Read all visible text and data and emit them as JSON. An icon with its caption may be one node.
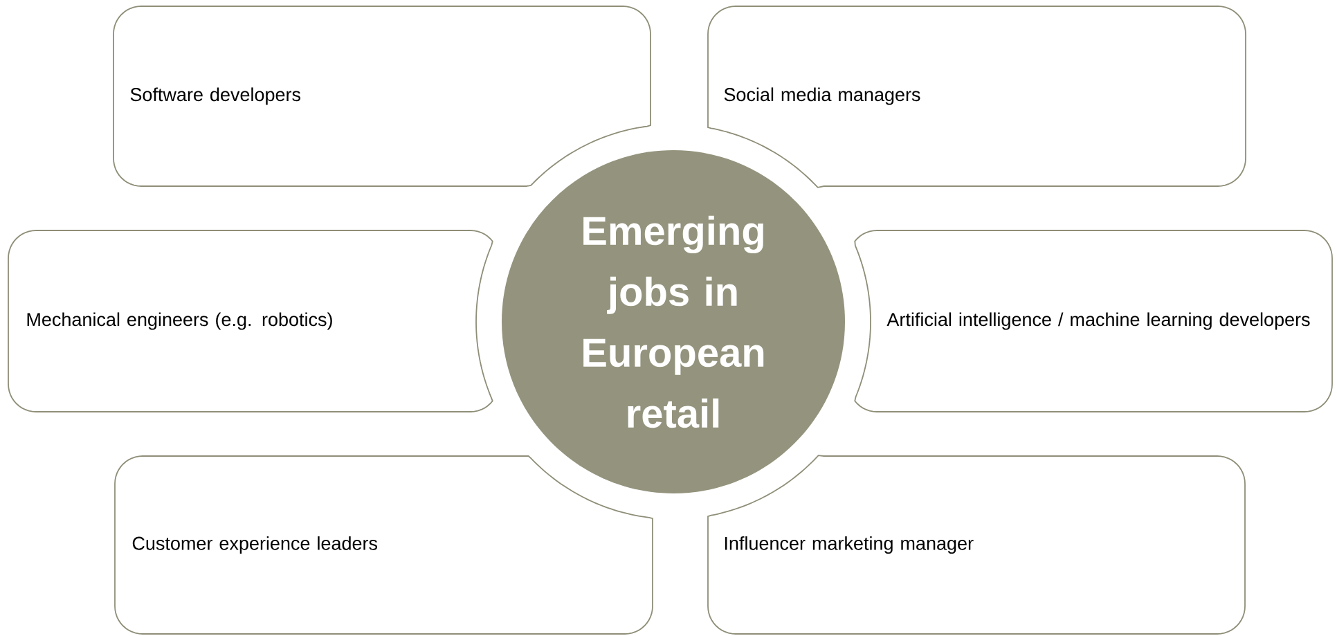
{
  "diagram": {
    "nodes": [
      {
        "text": [
          "Software developers"
        ]
      },
      {
        "text": [
          "Social media managers"
        ]
      },
      {
        "text": [
          "Mechanical engineers (e.g. robotics)"
        ]
      },
      {
        "text": [
          "Emerging jobs in European retail"
        ]
      },
      {
        "text": [
          "Artificial intelligence / machine learning developers"
        ]
      },
      {
        "text": [
          "Customer experience leaders"
        ]
      },
      {
        "text": [
          "Influencer marketing manager"
        ]
      }
    ]
  }
}
